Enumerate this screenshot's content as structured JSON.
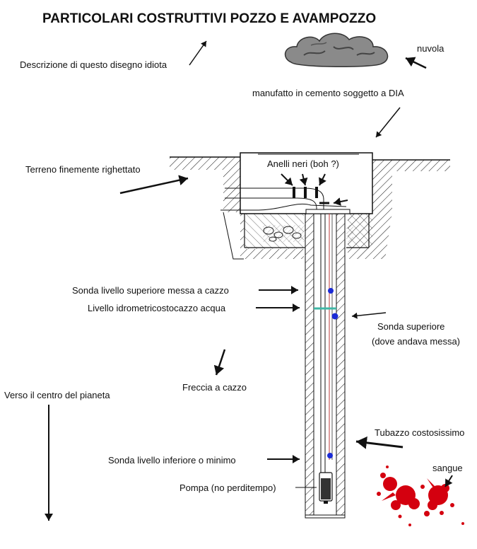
{
  "title": "PARTICOLARI COSTRUTTIVI POZZO E AVAMPOZZO",
  "labels": {
    "descrizione": "Descrizione di questo disegno idiota",
    "nuvola": "nuvola",
    "manufatto": "manufatto in cemento soggetto a DIA",
    "terreno": "Terreno finemente righettato",
    "anelli": "Anelli neri (boh ?)",
    "sonda_livello_superiore": "Sonda livello superiore messa a cazzo",
    "livello_idrometrico": "Livello idrometricostocazzo acqua",
    "sonda_superiore_1": "Sonda superiore",
    "sonda_superiore_2": "(dove andava messa)",
    "freccia": "Freccia a cazzo",
    "centro_pianeta": "Verso il centro del pianeta",
    "tubazzo": "Tubazzo costosissimo",
    "sonda_inferiore": "Sonda livello inferiore o minimo",
    "pompa": "Pompa (no perditempo)",
    "sangue": "sangue"
  },
  "colors": {
    "ink": "#111111",
    "cloud": "#8a8a8a",
    "water_level": "#3fb7a6",
    "probe": "#1b2bd6",
    "cable": "#c23b3b",
    "blood": "#d4000f"
  }
}
